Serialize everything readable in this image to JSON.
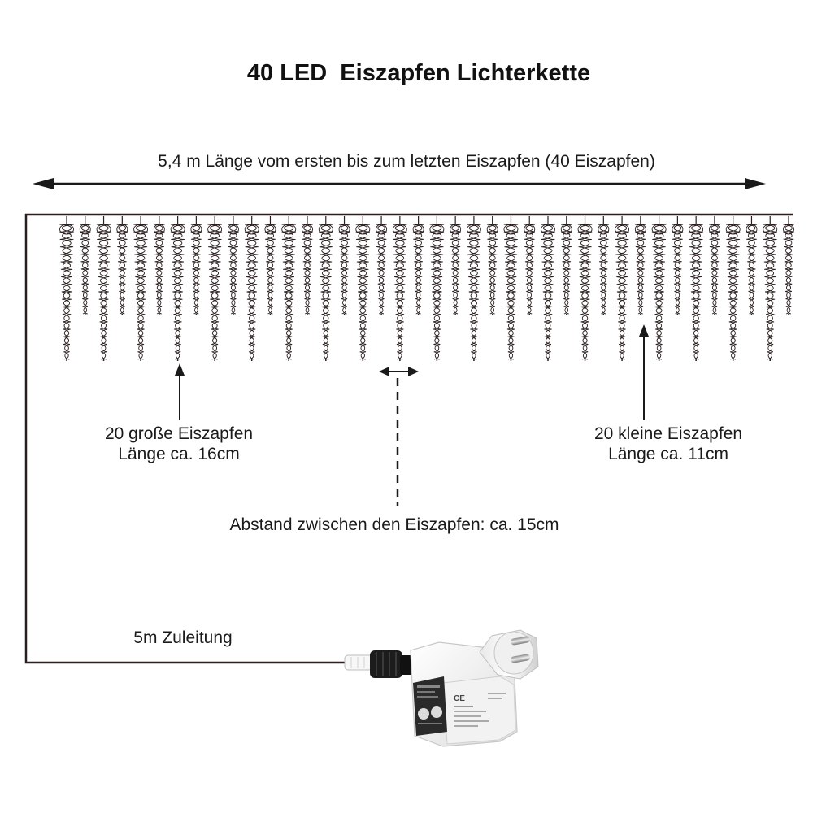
{
  "title": "40 LED  Eiszapfen Lichterkette",
  "length_label": "5,4 m Länge vom ersten bis zum letzten Eiszapfen (40 Eiszapfen)",
  "large_icicles": {
    "line1": "20 große Eiszapfen",
    "line2": "Länge ca. 16cm"
  },
  "small_icicles": {
    "line1": "20 kleine Eiszapfen",
    "line2": "Länge ca. 11cm"
  },
  "spacing_label": "Abstand zwischen den Eiszapfen: ca. 15cm",
  "lead_label": "5m Zuleitung",
  "icicles": {
    "count": 40,
    "pattern": [
      "large",
      "small"
    ]
  },
  "colors": {
    "line": "#2a1e1e",
    "text": "#1a1a1a",
    "adapter": "#f4f4f4",
    "connector": "#1c1c1c"
  }
}
